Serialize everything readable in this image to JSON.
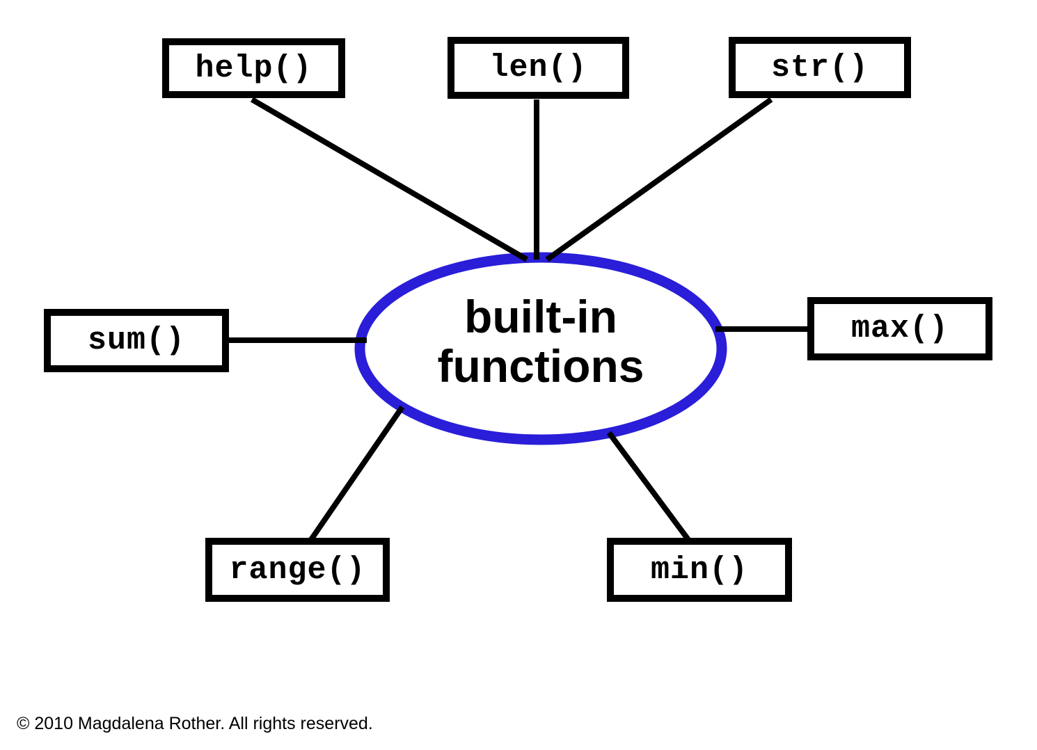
{
  "diagram": {
    "center": {
      "label_line1": "built-in",
      "label_line2": "functions"
    },
    "nodes": [
      {
        "id": "help",
        "label": "help()"
      },
      {
        "id": "len",
        "label": "len()"
      },
      {
        "id": "str",
        "label": "str()"
      },
      {
        "id": "sum",
        "label": "sum()"
      },
      {
        "id": "max",
        "label": "max()"
      },
      {
        "id": "range",
        "label": "range()"
      },
      {
        "id": "min",
        "label": "min()"
      }
    ],
    "colors": {
      "ellipse_stroke": "#2a1ed8",
      "connector_line": "#000000",
      "box_border": "#000000",
      "text": "#000000"
    }
  },
  "footer": {
    "copyright": "© 2010 Magdalena Rother. All rights reserved."
  }
}
